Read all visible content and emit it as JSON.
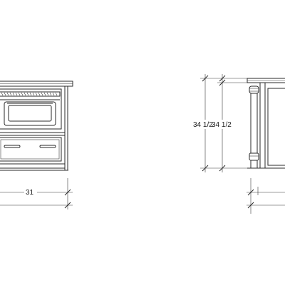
{
  "drawing": {
    "width_label": "31",
    "height_label_outer": "34 1/2",
    "height_label_inner": "34 1/2"
  },
  "icons": {
    "front_elevation": "cabinet-front-elevation",
    "side_elevation": "cabinet-side-elevation"
  }
}
